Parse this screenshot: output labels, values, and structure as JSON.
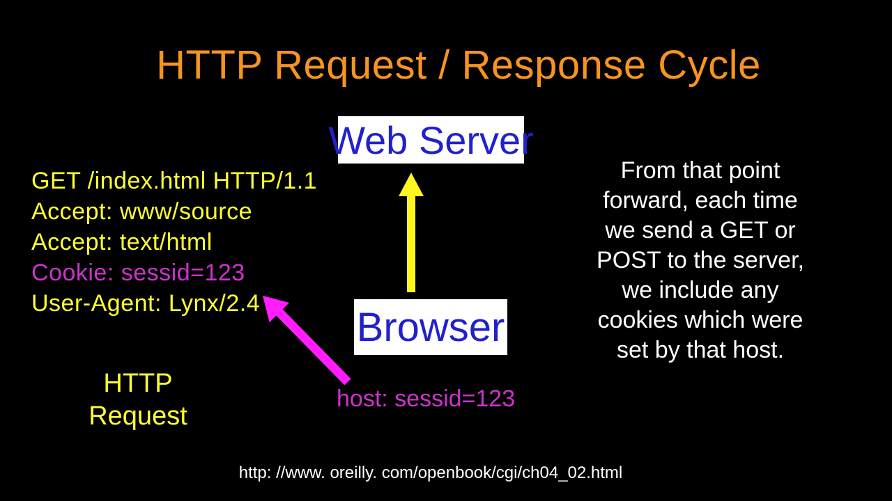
{
  "slide": {
    "title": "HTTP Request / Response Cycle",
    "web_server_label": "Web Server",
    "browser_label": "Browser",
    "request_block": {
      "lines": [
        {
          "text": "GET /index.html HTTP/1.1",
          "color": "yellow"
        },
        {
          "text": "Accept: www/source",
          "color": "yellow"
        },
        {
          "text": "Accept: text/html",
          "color": "yellow"
        },
        {
          "text": "Cookie: sessid=123",
          "color": "magenta"
        },
        {
          "text": "User-Agent: Lynx/2.4",
          "color": "yellow"
        }
      ]
    },
    "note": {
      "lines": [
        "From that point",
        "forward, each time",
        "we send a GET or",
        "POST to the server,",
        "we include any",
        "cookies which were",
        "set by that host."
      ]
    },
    "http_request_label": {
      "line1": "HTTP",
      "line2": "Request"
    },
    "host_label": "host: sessid=123",
    "footer_url": "http: //www. oreilly. com/openbook/cgi/ch04_02.html"
  },
  "colors": {
    "background": "#000000",
    "title_orange": "#F7941E",
    "text_yellow": "#FFFF33",
    "text_magenta": "#CC33CC",
    "box_text_blue": "#2121CC",
    "box_fill_white": "#FFFFFF",
    "note_white": "#FFFFFF",
    "arrow_yellow": "#FFF51F",
    "arrow_magenta": "#FF1CFF"
  }
}
